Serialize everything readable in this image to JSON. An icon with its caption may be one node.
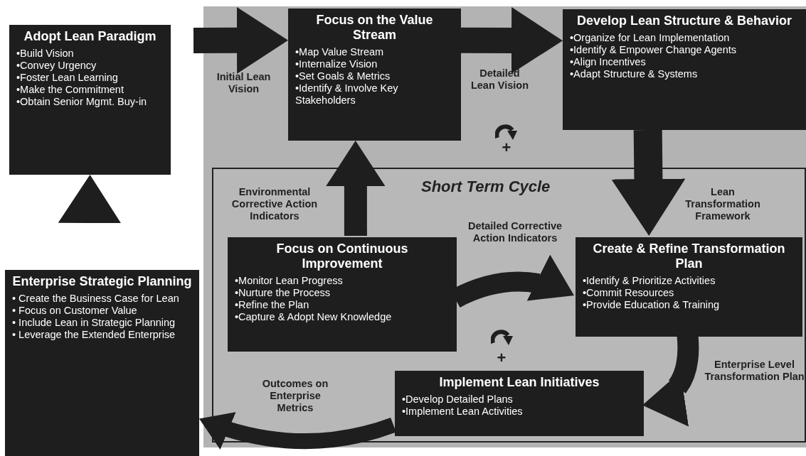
{
  "diagram": {
    "nodes": [
      {
        "text": [],
        "shape": "box"
      },
      {
        "text": [
          "Adopt Lean Paradigm",
          "•Build Vision",
          "•Convey Urgency",
          "•Foster Lean Learning",
          "•Make the Commitment",
          "•Obtain Senior Mgmt. Buy-in"
        ]
      },
      {
        "text": [
          "Focus on the Value Stream",
          "•Map Value Stream",
          "•Internalize Vision",
          "•Set Goals & Metrics",
          "•Identify & Involve Key Stakeholders"
        ],
        "in": 0
      },
      {
        "text": [
          "Develop Lean Structure & Behavior",
          "•Organize for Lean Implementation",
          "•Identify & Empower Change Agents",
          "•Align Incentives",
          "•Adapt Structure & Systems"
        ],
        "in": 0
      },
      {
        "text": [
          "Short Term Cycle"
        ],
        "in": 0
      },
      {
        "text": [
          "Focus on Continuous Improvement",
          "•Monitor Lean Progress",
          "•Nurture the Process",
          "•Refine the Plan",
          "•Capture & Adopt New Knowledge"
        ],
        "in": 4
      },
      {
        "text": [
          "Create & Refine Transformation Plan",
          "•Identify & Prioritize Activities",
          "•Commit Resources",
          "•Provide Education & Training"
        ],
        "in": 4
      },
      {
        "text": [
          "Implement Lean Initiatives",
          "•Develop Detailed Plans",
          "•Implement Lean Activities"
        ],
        "in": 4
      },
      {
        "text": [
          "Enterprise Strategic Planning",
          "• Create the Business Case for Lean",
          "• Focus on Customer Value",
          "• Include Lean in Strategic Planning",
          "• Leverage the Extended Enterprise"
        ]
      }
    ],
    "edges": [
      {
        "from": null,
        "to": 2,
        "arrow": "to",
        "label": "Initial Lean Vision"
      },
      {
        "from": 2,
        "to": 3,
        "arrow": "to",
        "label": "Detailed Lean Vision"
      },
      {
        "from": null,
        "to": 1,
        "arrow": "to"
      },
      {
        "from": 3,
        "to": 6,
        "arrow": "to",
        "label": "Lean Transformation Framework"
      },
      {
        "from": 6,
        "to": 7,
        "arrow": "to",
        "label": "Enterprise Level Transformation Plan"
      },
      {
        "from": 5,
        "to": 6,
        "arrow": "to",
        "label": "Detailed Corrective Action Indicators"
      },
      {
        "from": 5,
        "to": 2,
        "arrow": "to",
        "label": "Environmental Corrective Action Indicators"
      },
      {
        "from": 7,
        "to": 8,
        "arrow": "to",
        "label": "Outcomes on Enterprise Metrics"
      }
    ],
    "labels": [
      "+",
      "+"
    ]
  }
}
